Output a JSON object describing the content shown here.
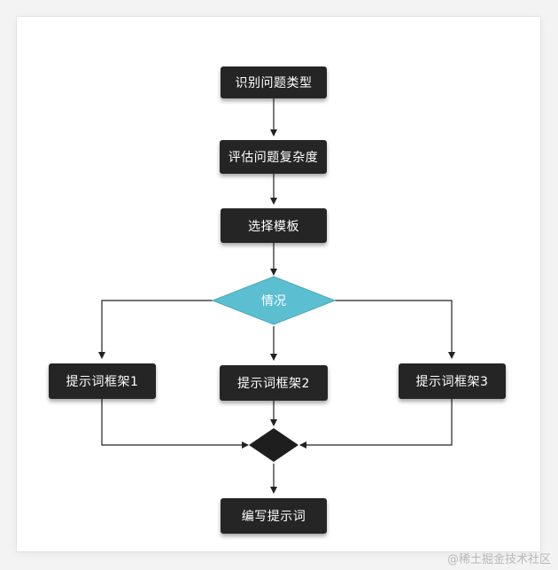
{
  "nodes": {
    "identify": "识别问题类型",
    "assess": "评估问题复杂度",
    "template": "选择模板",
    "situation": "情况",
    "framework1": "提示词框架1",
    "framework2": "提示词框架2",
    "framework3": "提示词框架3",
    "write": "编写提示词"
  },
  "colors": {
    "process_fill": "#252525",
    "decision_fill": "#5bbfd1",
    "merge_fill": "#1e1e1e",
    "edge": "#222222"
  },
  "watermark": "@稀土掘金技术社区"
}
